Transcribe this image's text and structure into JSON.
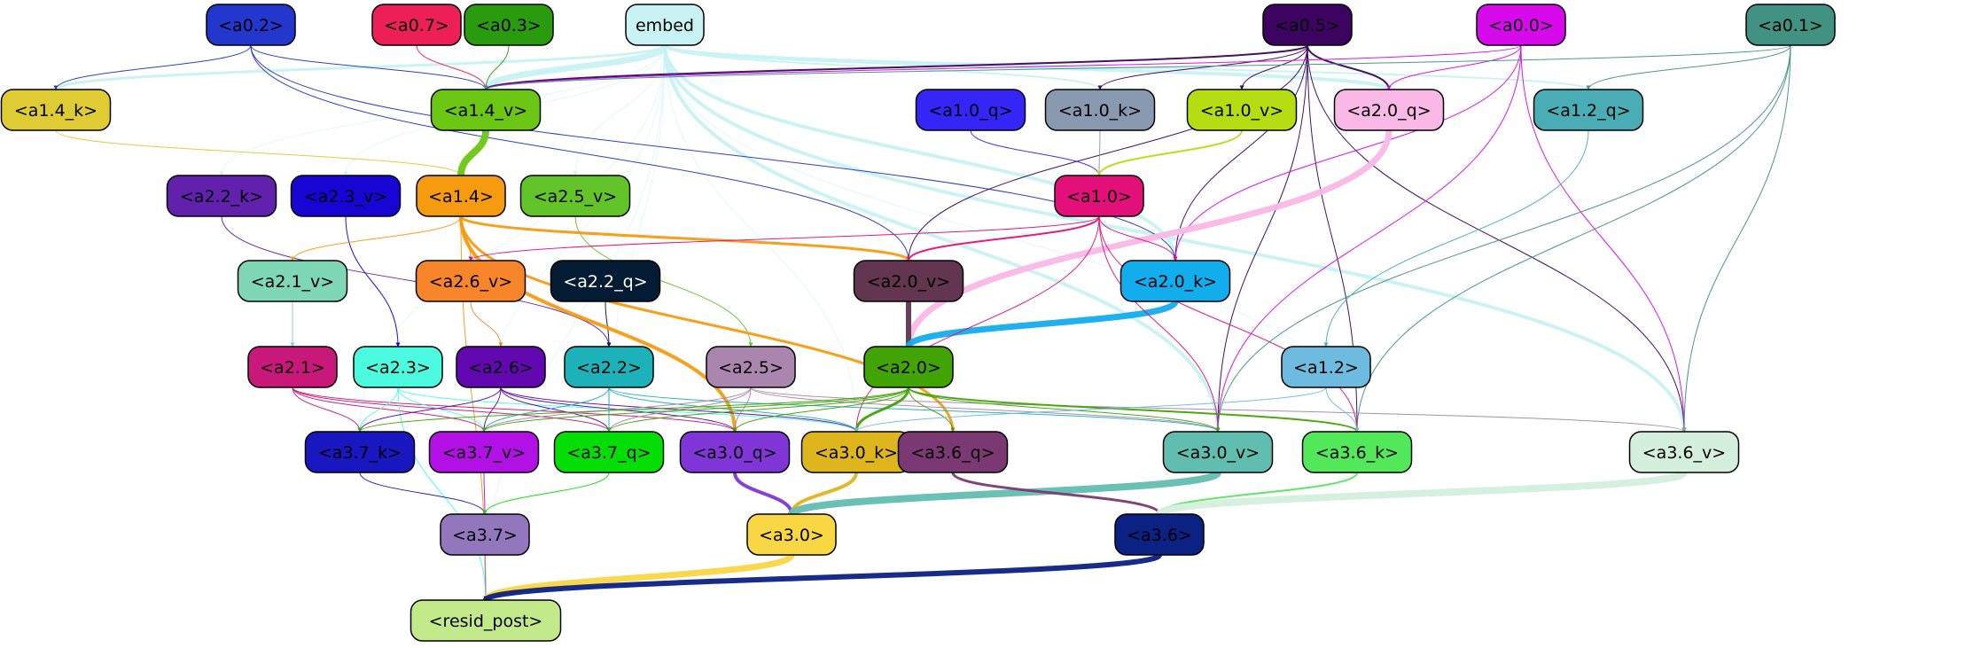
{
  "diagram": {
    "nodes": [
      {
        "id": "a0.2",
        "label": "<a0.2>",
        "fill": "#2337cc",
        "text": "#000000"
      },
      {
        "id": "a0.7",
        "label": "<a0.7>",
        "fill": "#ec1f57",
        "text": "#000000"
      },
      {
        "id": "a0.3",
        "label": "<a0.3>",
        "fill": "#2a9b0f",
        "text": "#000000"
      },
      {
        "id": "embed",
        "label": "embed",
        "fill": "#c8f2f3",
        "text": "#000000"
      },
      {
        "id": "a0.5",
        "label": "<a0.5>",
        "fill": "#3c0460",
        "text": "#000000"
      },
      {
        "id": "a0.0",
        "label": "<a0.0>",
        "fill": "#d60aeb",
        "text": "#000000"
      },
      {
        "id": "a0.1",
        "label": "<a0.1>",
        "fill": "#419283",
        "text": "#000000"
      },
      {
        "id": "a1.4_k",
        "label": "<a1.4_k>",
        "fill": "#dfcb33",
        "text": "#000000"
      },
      {
        "id": "a1.4_v",
        "label": "<a1.4_v>",
        "fill": "#6cc614",
        "text": "#000000"
      },
      {
        "id": "a1.0_q",
        "label": "<a1.0_q>",
        "fill": "#3525f6",
        "text": "#000000"
      },
      {
        "id": "a1.0_k",
        "label": "<a1.0_k>",
        "fill": "#8899b0",
        "text": "#000000"
      },
      {
        "id": "a1.0_v",
        "label": "<a1.0_v>",
        "fill": "#b6dc12",
        "text": "#000000"
      },
      {
        "id": "a2.0_q",
        "label": "<a2.0_q>",
        "fill": "#f9b8e6",
        "text": "#000000"
      },
      {
        "id": "a1.2_q",
        "label": "<a1.2_q>",
        "fill": "#4aadb6",
        "text": "#000000"
      },
      {
        "id": "a2.2_k",
        "label": "<a2.2_k>",
        "fill": "#6121ad",
        "text": "#000000"
      },
      {
        "id": "a2.3_v",
        "label": "<a2.3_v>",
        "fill": "#1705d4",
        "text": "#000000"
      },
      {
        "id": "a1.4",
        "label": "<a1.4>",
        "fill": "#f69b0f",
        "text": "#000000"
      },
      {
        "id": "a2.5_v",
        "label": "<a2.5_v>",
        "fill": "#63c429",
        "text": "#000000"
      },
      {
        "id": "a1.0",
        "label": "<a1.0>",
        "fill": "#e3107a",
        "text": "#000000"
      },
      {
        "id": "a2.1_v",
        "label": "<a2.1_v>",
        "fill": "#7fd7b8",
        "text": "#000000"
      },
      {
        "id": "a2.6_v",
        "label": "<a2.6_v>",
        "fill": "#f68629",
        "text": "#000000"
      },
      {
        "id": "a2.2_q",
        "label": "<a2.2_q>",
        "fill": "#041c33",
        "text": "#ffffff"
      },
      {
        "id": "a2.0_v",
        "label": "<a2.0_v>",
        "fill": "#623650",
        "text": "#000000"
      },
      {
        "id": "a2.0_k",
        "label": "<a2.0_k>",
        "fill": "#12aded",
        "text": "#000000"
      },
      {
        "id": "a2.1",
        "label": "<a2.1>",
        "fill": "#c8187a",
        "text": "#000000"
      },
      {
        "id": "a2.3",
        "label": "<a2.3>",
        "fill": "#4cfbdf",
        "text": "#000000"
      },
      {
        "id": "a2.6",
        "label": "<a2.6>",
        "fill": "#6108b0",
        "text": "#000000"
      },
      {
        "id": "a2.2",
        "label": "<a2.2>",
        "fill": "#1db1ba",
        "text": "#000000"
      },
      {
        "id": "a2.5",
        "label": "<a2.5>",
        "fill": "#aa85ad",
        "text": "#000000"
      },
      {
        "id": "a2.0",
        "label": "<a2.0>",
        "fill": "#41a304",
        "text": "#000000"
      },
      {
        "id": "a1.2",
        "label": "<a1.2>",
        "fill": "#6fbadf",
        "text": "#000000"
      },
      {
        "id": "a3.7_k",
        "label": "<a3.7_k>",
        "fill": "#1817c0",
        "text": "#000000"
      },
      {
        "id": "a3.7_v",
        "label": "<a3.7_v>",
        "fill": "#b211e5",
        "text": "#000000"
      },
      {
        "id": "a3.7_q",
        "label": "<a3.7_q>",
        "fill": "#04de04",
        "text": "#000000"
      },
      {
        "id": "a3.0_q",
        "label": "<a3.0_q>",
        "fill": "#8036d6",
        "text": "#000000"
      },
      {
        "id": "a3.0_k",
        "label": "<a3.0_k>",
        "fill": "#deb51d",
        "text": "#000000"
      },
      {
        "id": "a3.6_q",
        "label": "<a3.6_q>",
        "fill": "#7b3973",
        "text": "#000000"
      },
      {
        "id": "a3.0_v",
        "label": "<a3.0_v>",
        "fill": "#62bdb1",
        "text": "#000000"
      },
      {
        "id": "a3.6_k",
        "label": "<a3.6_k>",
        "fill": "#53e85a",
        "text": "#000000"
      },
      {
        "id": "a3.6_v",
        "label": "<a3.6_v>",
        "fill": "#d4efdd",
        "text": "#000000"
      },
      {
        "id": "a3.7",
        "label": "<a3.7>",
        "fill": "#9377bd",
        "text": "#000000"
      },
      {
        "id": "a3.0",
        "label": "<a3.0>",
        "fill": "#f9d643",
        "text": "#000000"
      },
      {
        "id": "a3.6",
        "label": "<a3.6>",
        "fill": "#0b2183",
        "text": "#000000"
      },
      {
        "id": "resid_post",
        "label": "<resid_post>",
        "fill": "#c2e98a",
        "text": "#000000"
      }
    ],
    "edges": [
      {
        "from": "embed",
        "to": "a1.4_k",
        "color": "#c8f2f3",
        "weight": 3
      },
      {
        "from": "embed",
        "to": "a1.4_v",
        "color": "#c8f2f3",
        "weight": 7
      },
      {
        "from": "embed",
        "to": "a1.0_k",
        "color": "#c8f2f3",
        "weight": 2
      },
      {
        "from": "embed",
        "to": "a2.0_q",
        "color": "#c8f2f3",
        "weight": 4
      },
      {
        "from": "embed",
        "to": "a1.2_q",
        "color": "#c8f2f3",
        "weight": 2
      },
      {
        "from": "embed",
        "to": "a2.3_v",
        "color": "#c8f2f3",
        "weight": 1
      },
      {
        "from": "embed",
        "to": "a2.5_v",
        "color": "#c8f2f3",
        "weight": 1
      },
      {
        "from": "embed",
        "to": "a2.2_k",
        "color": "#c8f2f3",
        "weight": 1
      },
      {
        "from": "embed",
        "to": "a2.0_k",
        "color": "#c8f2f3",
        "weight": 4
      },
      {
        "from": "embed",
        "to": "a3.0_v",
        "color": "#c8f2f3",
        "weight": 4
      },
      {
        "from": "embed",
        "to": "a3.6_v",
        "color": "#c8f2f3",
        "weight": 4
      },
      {
        "from": "embed",
        "to": "a3.6_k",
        "color": "#c8f2f3",
        "weight": 1
      },
      {
        "from": "embed",
        "to": "a3.7_k",
        "color": "#c8f2f3",
        "weight": 1
      },
      {
        "from": "embed",
        "to": "a3.7_v",
        "color": "#c8f2f3",
        "weight": 1
      },
      {
        "from": "embed",
        "to": "a3.7_q",
        "color": "#c8f2f3",
        "weight": 1
      },
      {
        "from": "embed",
        "to": "a3.0_k",
        "color": "#c8f2f3",
        "weight": 1
      },
      {
        "from": "embed",
        "to": "resid_post",
        "color": "#c8f2f3",
        "weight": 1
      },
      {
        "from": "a0.2",
        "to": "a1.4_k",
        "color": "#2337cc",
        "weight": 1
      },
      {
        "from": "a0.2",
        "to": "a1.4_v",
        "color": "#2337cc",
        "weight": 1
      },
      {
        "from": "a0.2",
        "to": "a2.0_v",
        "color": "#2337cc",
        "weight": 1
      },
      {
        "from": "a0.2",
        "to": "a2.0_k",
        "color": "#2337cc",
        "weight": 1
      },
      {
        "from": "a0.7",
        "to": "a1.4_v",
        "color": "#ec1f57",
        "weight": 1
      },
      {
        "from": "a0.3",
        "to": "a1.4_v",
        "color": "#2a9b0f",
        "weight": 1
      },
      {
        "from": "a0.5",
        "to": "a1.4_v",
        "color": "#3c0460",
        "weight": 2
      },
      {
        "from": "a0.5",
        "to": "a1.0_k",
        "color": "#3c0460",
        "weight": 1
      },
      {
        "from": "a0.5",
        "to": "a1.0_v",
        "color": "#3c0460",
        "weight": 1
      },
      {
        "from": "a0.5",
        "to": "a2.0_q",
        "color": "#3c0460",
        "weight": 2
      },
      {
        "from": "a0.5",
        "to": "a2.0_v",
        "color": "#3c0460",
        "weight": 1
      },
      {
        "from": "a0.5",
        "to": "a2.0_k",
        "color": "#3c0460",
        "weight": 1
      },
      {
        "from": "a0.5",
        "to": "a3.0_v",
        "color": "#3c0460",
        "weight": 1
      },
      {
        "from": "a0.5",
        "to": "a3.6_k",
        "color": "#3c0460",
        "weight": 1
      },
      {
        "from": "a0.5",
        "to": "a3.6_v",
        "color": "#3c0460",
        "weight": 1
      },
      {
        "from": "a0.0",
        "to": "a1.4_v",
        "color": "#d60aeb",
        "weight": 1
      },
      {
        "from": "a0.0",
        "to": "a2.0_q",
        "color": "#d60aeb",
        "weight": 1
      },
      {
        "from": "a0.0",
        "to": "a2.0_k",
        "color": "#d60aeb",
        "weight": 1
      },
      {
        "from": "a0.0",
        "to": "a3.0_v",
        "color": "#d60aeb",
        "weight": 1
      },
      {
        "from": "a0.0",
        "to": "a3.6_v",
        "color": "#d60aeb",
        "weight": 1
      },
      {
        "from": "a0.1",
        "to": "a1.4_v",
        "color": "#419283",
        "weight": 1
      },
      {
        "from": "a0.1",
        "to": "a1.2_q",
        "color": "#419283",
        "weight": 1
      },
      {
        "from": "a0.1",
        "to": "a3.0_v",
        "color": "#419283",
        "weight": 1
      },
      {
        "from": "a0.1",
        "to": "a3.6_k",
        "color": "#419283",
        "weight": 1
      },
      {
        "from": "a0.1",
        "to": "a3.6_v",
        "color": "#419283",
        "weight": 1
      },
      {
        "from": "a1.4_k",
        "to": "a1.4",
        "color": "#dfcb33",
        "weight": 1
      },
      {
        "from": "a1.4_v",
        "to": "a1.4",
        "color": "#6cc614",
        "weight": 8
      },
      {
        "from": "a1.0_q",
        "to": "a1.0",
        "color": "#3525f6",
        "weight": 1
      },
      {
        "from": "a1.0_k",
        "to": "a1.0",
        "color": "#8899b0",
        "weight": 1
      },
      {
        "from": "a1.0_v",
        "to": "a1.0",
        "color": "#b6dc12",
        "weight": 2
      },
      {
        "from": "a2.0_q",
        "to": "a2.0",
        "color": "#f9b8e6",
        "weight": 7
      },
      {
        "from": "a1.2_q",
        "to": "a1.2",
        "color": "#4aadb6",
        "weight": 1
      },
      {
        "from": "a2.2_k",
        "to": "a2.2",
        "color": "#6121ad",
        "weight": 1
      },
      {
        "from": "a2.3_v",
        "to": "a2.3",
        "color": "#1705d4",
        "weight": 1
      },
      {
        "from": "a2.5_v",
        "to": "a2.5",
        "color": "#63c429",
        "weight": 1
      },
      {
        "from": "a2.1_v",
        "to": "a2.1",
        "color": "#7fd7b8",
        "weight": 1
      },
      {
        "from": "a2.6_v",
        "to": "a2.6",
        "color": "#f68629",
        "weight": 1
      },
      {
        "from": "a2.2_q",
        "to": "a2.2",
        "color": "#041c33",
        "weight": 1
      },
      {
        "from": "a2.0_v",
        "to": "a2.0",
        "color": "#623650",
        "weight": 6
      },
      {
        "from": "a2.0_k",
        "to": "a2.0",
        "color": "#12aded",
        "weight": 7
      },
      {
        "from": "a1.4",
        "to": "a2.1_v",
        "color": "#f69b0f",
        "weight": 1
      },
      {
        "from": "a1.4",
        "to": "a2.6_v",
        "color": "#f69b0f",
        "weight": 1
      },
      {
        "from": "a1.4",
        "to": "a2.0_v",
        "color": "#f69b0f",
        "weight": 3
      },
      {
        "from": "a1.4",
        "to": "a3.0_q",
        "color": "#f69b0f",
        "weight": 4
      },
      {
        "from": "a1.4",
        "to": "a3.6_q",
        "color": "#f69b0f",
        "weight": 3
      },
      {
        "from": "a1.4",
        "to": "resid_post",
        "color": "#f69b0f",
        "weight": 1
      },
      {
        "from": "a1.0",
        "to": "a2.6_v",
        "color": "#e3107a",
        "weight": 1
      },
      {
        "from": "a1.0",
        "to": "a2.0_v",
        "color": "#e3107a",
        "weight": 2
      },
      {
        "from": "a1.0",
        "to": "a2.0_k",
        "color": "#e3107a",
        "weight": 1
      },
      {
        "from": "a1.0",
        "to": "a3.0_k",
        "color": "#e3107a",
        "weight": 1
      },
      {
        "from": "a1.0",
        "to": "a3.0_v",
        "color": "#e3107a",
        "weight": 1
      },
      {
        "from": "a1.0",
        "to": "a3.6_k",
        "color": "#e3107a",
        "weight": 1
      },
      {
        "from": "a2.1",
        "to": "a3.7_k",
        "color": "#c8187a",
        "weight": 1
      },
      {
        "from": "a2.1",
        "to": "a3.7_v",
        "color": "#c8187a",
        "weight": 1
      },
      {
        "from": "a2.1",
        "to": "a3.7_q",
        "color": "#c8187a",
        "weight": 1
      },
      {
        "from": "a2.1",
        "to": "a3.0_q",
        "color": "#c8187a",
        "weight": 1
      },
      {
        "from": "a2.3",
        "to": "a3.7_k",
        "color": "#4cfbdf",
        "weight": 1
      },
      {
        "from": "a2.3",
        "to": "a3.7_v",
        "color": "#4cfbdf",
        "weight": 1
      },
      {
        "from": "a2.3",
        "to": "a3.0_k",
        "color": "#4cfbdf",
        "weight": 1
      },
      {
        "from": "a2.3",
        "to": "resid_post",
        "color": "#4cfbdf",
        "weight": 1
      },
      {
        "from": "a2.6",
        "to": "a3.7_k",
        "color": "#6108b0",
        "weight": 1
      },
      {
        "from": "a2.6",
        "to": "a3.7_v",
        "color": "#6108b0",
        "weight": 1
      },
      {
        "from": "a2.6",
        "to": "a3.7_q",
        "color": "#6108b0",
        "weight": 1
      },
      {
        "from": "a2.6",
        "to": "a3.0_q",
        "color": "#6108b0",
        "weight": 1
      },
      {
        "from": "a2.6",
        "to": "a3.0_k",
        "color": "#6108b0",
        "weight": 1
      },
      {
        "from": "a2.2",
        "to": "a3.7_v",
        "color": "#1db1ba",
        "weight": 1
      },
      {
        "from": "a2.2",
        "to": "a3.7_q",
        "color": "#1db1ba",
        "weight": 1
      },
      {
        "from": "a2.2",
        "to": "a3.0_k",
        "color": "#1db1ba",
        "weight": 1
      },
      {
        "from": "a2.2",
        "to": "a3.0_v",
        "color": "#1db1ba",
        "weight": 1
      },
      {
        "from": "a2.5",
        "to": "a3.7_v",
        "color": "#aa85ad",
        "weight": 1
      },
      {
        "from": "a2.5",
        "to": "a3.7_q",
        "color": "#aa85ad",
        "weight": 1
      },
      {
        "from": "a2.5",
        "to": "a3.0_q",
        "color": "#aa85ad",
        "weight": 1
      },
      {
        "from": "a2.5",
        "to": "a3.0_v",
        "color": "#aa85ad",
        "weight": 1
      },
      {
        "from": "a2.5",
        "to": "a3.6_v",
        "color": "#aa85ad",
        "weight": 1
      },
      {
        "from": "a2.0",
        "to": "a3.7_k",
        "color": "#41a304",
        "weight": 1
      },
      {
        "from": "a2.0",
        "to": "a3.7_v",
        "color": "#41a304",
        "weight": 1
      },
      {
        "from": "a2.0",
        "to": "a3.7_q",
        "color": "#41a304",
        "weight": 1
      },
      {
        "from": "a2.0",
        "to": "a3.0_q",
        "color": "#41a304",
        "weight": 1
      },
      {
        "from": "a2.0",
        "to": "a3.0_k",
        "color": "#41a304",
        "weight": 3
      },
      {
        "from": "a2.0",
        "to": "a3.6_q",
        "color": "#41a304",
        "weight": 1
      },
      {
        "from": "a2.0",
        "to": "a3.0_v",
        "color": "#41a304",
        "weight": 1
      },
      {
        "from": "a2.0",
        "to": "a3.6_k",
        "color": "#41a304",
        "weight": 2
      },
      {
        "from": "a1.2",
        "to": "a3.0_k",
        "color": "#6fbadf",
        "weight": 1
      },
      {
        "from": "a1.2",
        "to": "a3.6_k",
        "color": "#6fbadf",
        "weight": 1
      },
      {
        "from": "a3.7_k",
        "to": "a3.7",
        "color": "#1817c0",
        "weight": 1
      },
      {
        "from": "a3.7_v",
        "to": "a3.7",
        "color": "#b211e5",
        "weight": 1
      },
      {
        "from": "a3.7_q",
        "to": "a3.7",
        "color": "#04de04",
        "weight": 1
      },
      {
        "from": "a3.0_q",
        "to": "a3.0",
        "color": "#8036d6",
        "weight": 4
      },
      {
        "from": "a3.0_k",
        "to": "a3.0",
        "color": "#deb51d",
        "weight": 4
      },
      {
        "from": "a3.0_v",
        "to": "a3.0",
        "color": "#62bdb1",
        "weight": 8
      },
      {
        "from": "a3.6_q",
        "to": "a3.6",
        "color": "#7b3973",
        "weight": 3
      },
      {
        "from": "a3.6_k",
        "to": "a3.6",
        "color": "#53e85a",
        "weight": 2
      },
      {
        "from": "a3.6_v",
        "to": "a3.6",
        "color": "#d4efdd",
        "weight": 8
      },
      {
        "from": "a3.7",
        "to": "resid_post",
        "color": "#9377bd",
        "weight": 1
      },
      {
        "from": "a3.0",
        "to": "resid_post",
        "color": "#f9d643",
        "weight": 7
      },
      {
        "from": "a3.6",
        "to": "resid_post",
        "color": "#0b2183",
        "weight": 6
      }
    ]
  }
}
